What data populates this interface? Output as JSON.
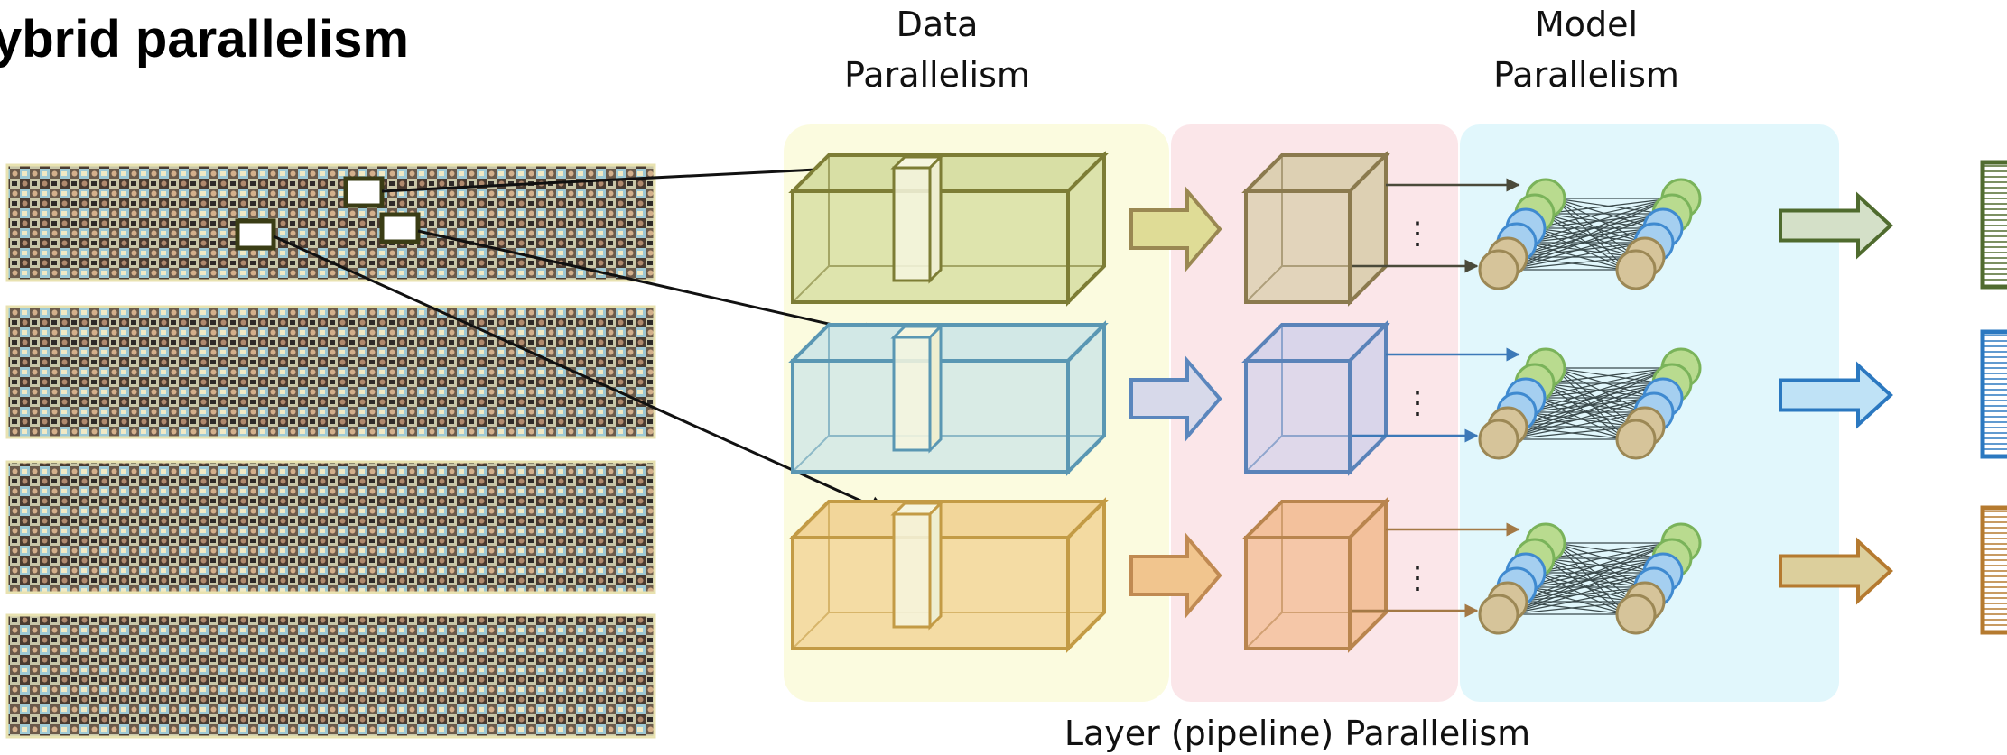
{
  "title": "ybrid parallelism",
  "labels": {
    "data_parallelism_line1": "Data",
    "data_parallelism_line2": "Parallelism",
    "model_parallelism_line1": "Model",
    "model_parallelism_line2": "Parallelism",
    "layer_parallelism": "Layer (pipeline) Parallelism"
  },
  "ellipsis": "⋮",
  "colors": {
    "data_region": "#fbfbdf",
    "layer_region": "#fbe6e9",
    "model_region": "#e1f7fc",
    "row1_stroke": "#7d7d35",
    "row1_fill": "#d8dfa5",
    "row2_stroke": "#5a97b3",
    "row2_fill": "#d2e8e6",
    "row3_stroke": "#c39b45",
    "row3_fill": "#f2d69a",
    "cube1_fill": "#ddd0b3",
    "cube1_stroke": "#8b7a4e",
    "cube2_fill": "#d9d5ea",
    "cube2_stroke": "#5a83b9",
    "cube3_fill": "#f3c19c",
    "cube3_stroke": "#b9854e",
    "node_green": "#b9db8f",
    "node_blue": "#a5cff0",
    "node_tan": "#d6c49a",
    "output1": "#506b2f",
    "output2": "#2b78c0",
    "output3": "#b57a2f"
  }
}
